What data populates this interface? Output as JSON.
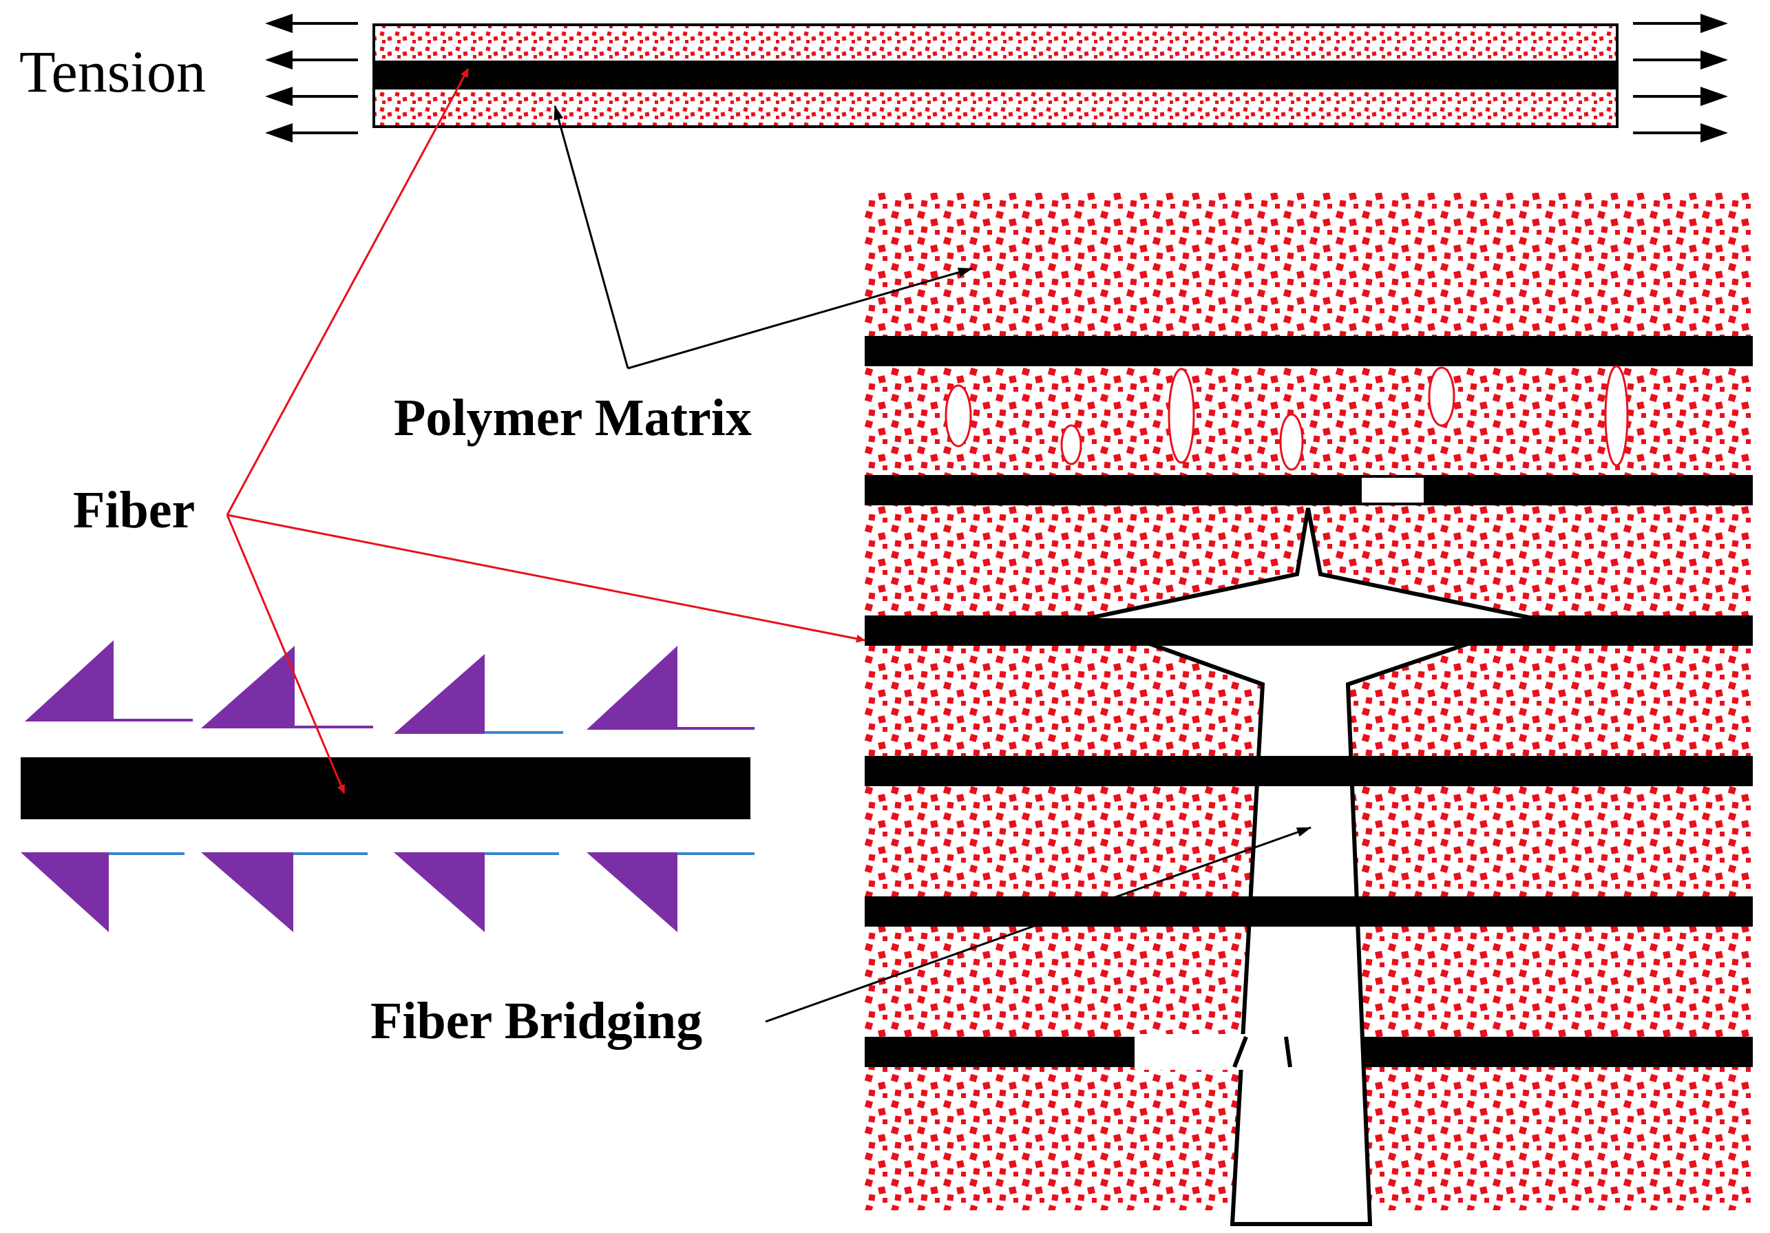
{
  "labels": {
    "tension": "Tension",
    "polymer_matrix": "Polymer Matrix",
    "fiber": "Fiber",
    "fiber_bridging": "Fiber Bridging"
  },
  "colors": {
    "matrix_dots": "#e8101c",
    "fiber": "#000000",
    "annotation_red": "#e8101c",
    "annotation_black": "#000000",
    "triangle": "#7b2fa6",
    "triangle_line_purple": "#7b2fa6",
    "triangle_line_blue": "#3a86d1",
    "background": "#ffffff"
  }
}
